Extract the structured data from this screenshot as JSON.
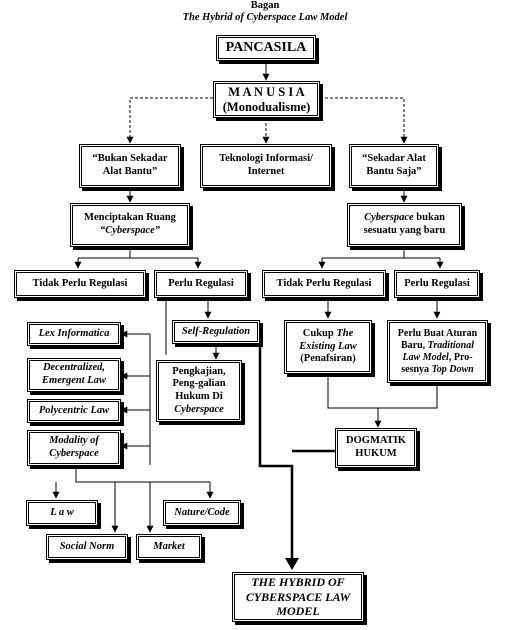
{
  "header": {
    "label": "Bagan",
    "title": "The Hybrid of Cyberspace Law Model"
  },
  "nodes": {
    "pancasila": "PANCASILA",
    "manusia": {
      "line1": "M A N U S I A",
      "line2": "(Monodualisme)"
    },
    "bukan_sekadar": {
      "line1": "“Bukan Sekadar",
      "line2": "Alat Bantu”"
    },
    "teknologi": {
      "line1": "Teknologi Informasi/",
      "line2": "Internet"
    },
    "sekadar_alat": {
      "line1": "“Sekadar Alat",
      "line2": "Bantu Saja”"
    },
    "menciptakan": {
      "line1": "Menciptakan Ruang",
      "line2": "“Cyberspace”"
    },
    "cyberspace_bukan": {
      "line1a": "Cyberspace",
      "line1b": " bukan",
      "line2": "sesuatu yang baru"
    },
    "tidak_perlu_left": "Tidak Perlu Regulasi",
    "perlu_left": "Perlu Regulasi",
    "tidak_perlu_right": "Tidak Perlu Regulasi",
    "perlu_right": "Perlu Regulasi",
    "lex_informatica": "Lex Informatica",
    "self_regulation": "Self-Regulation",
    "cukup": {
      "line1a": "Cukup ",
      "line1b": "The",
      "line2": "Existing Law",
      "line3": "(Penafsiran)"
    },
    "perlu_buat": {
      "line1": "Perlu Buat Aturan",
      "line2a": "Baru, ",
      "line2b": "Traditional",
      "line3a": "Law Model",
      "line3b": ", Pro-",
      "line4a": "sesnya ",
      "line4b": "Top Down"
    },
    "decentralized": {
      "line1": "Decentralized,",
      "line2": "Emergent Law"
    },
    "pengkajian": {
      "line1": "Pengkajian,",
      "line2": "Peng-galian",
      "line3": "Hukum Di",
      "line4": "Cyberspace"
    },
    "polycentric": "Polycentric Law",
    "modality": {
      "line1": "Modality of",
      "line2": "Cyberspace"
    },
    "dogmatik": {
      "line1": "DOGMATIK",
      "line2": "HUKUM"
    },
    "law": "L a w",
    "nature_code": "Nature/Code",
    "social_norm": "Social Norm",
    "market": "Market",
    "hybrid": {
      "line1": "THE HYBRID OF",
      "line2": "CYBERSPACE LAW",
      "line3": "MODEL"
    }
  }
}
